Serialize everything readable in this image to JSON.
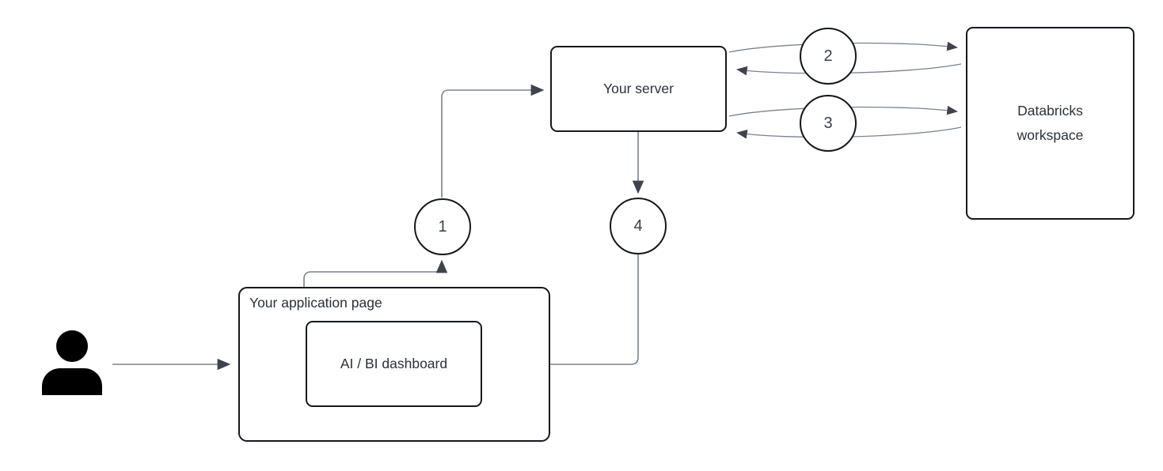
{
  "diagram": {
    "actor": {
      "icon": "person-icon"
    },
    "nodes": {
      "application_page": {
        "label": "Your application page"
      },
      "dashboard": {
        "label": "AI / BI dashboard"
      },
      "server": {
        "label": "Your server"
      },
      "databricks": {
        "label_line1": "Databricks",
        "label_line2": "workspace"
      }
    },
    "steps": [
      {
        "number": "1"
      },
      {
        "number": "2"
      },
      {
        "number": "3"
      },
      {
        "number": "4"
      }
    ],
    "edges": [
      "user to application page",
      "application page to step 1 to server",
      "server to databricks (step 2, request and response)",
      "server to databricks (step 3, request and response)",
      "server to step 4 to dashboard"
    ],
    "colors": {
      "background": "#ffffff",
      "box_border": "#15181d",
      "connector": "#7b828c",
      "arrowhead": "#3e434e",
      "text": "#2b3038",
      "step_number": "#3a3f49",
      "actor_icon": "#000000"
    }
  }
}
